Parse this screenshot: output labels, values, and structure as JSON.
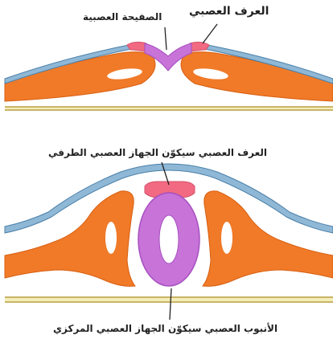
{
  "labels": {
    "neural_plate": "الصفيحة العصبية",
    "neural_crest_top": "العرف العصبي",
    "neural_crest_mid": "العرف العصبي سيكوّن الجهاز العصبي الطرفي",
    "neural_tube": "الأنبوب العصبي سيكوّن الجهاز العصبي المركزي"
  },
  "colors": {
    "ectoderm": "#8fb8d6",
    "ectoderm_outline": "#4a7fa8",
    "mesoderm": "#f07a28",
    "mesoderm_dark": "#d85e10",
    "neural": "#c873d8",
    "neural_dark": "#a64fc0",
    "crest": "#f26a82",
    "endoderm": "#f5edb8",
    "endoderm_outline": "#c9b56a"
  }
}
